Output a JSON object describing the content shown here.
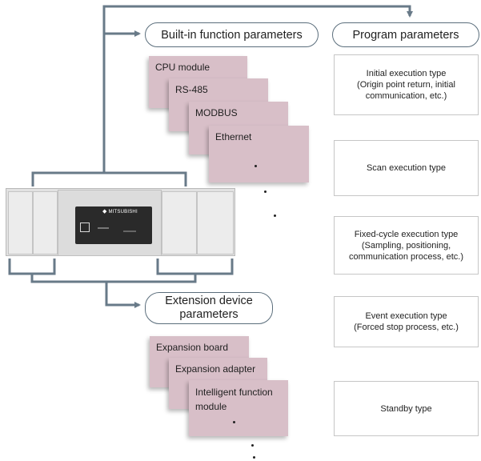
{
  "builtin_label": "Built-in function parameters",
  "program_label": "Program parameters",
  "extension_label": [
    "Extension device",
    "parameters"
  ],
  "builtin_items": [
    "CPU module",
    "RS-485",
    "MODBUS",
    "Ethernet"
  ],
  "extension_items": [
    "Expansion board",
    "Expansion adapter",
    "Intelligent function",
    "module"
  ],
  "program_types": [
    [
      "Initial execution type",
      "(Origin point return, initial",
      "communication, etc.)"
    ],
    [
      "Scan execution type"
    ],
    [
      "Fixed-cycle  execution type",
      "(Sampling, positioning,",
      "communication process, etc.)"
    ],
    [
      "Event execution type",
      "(Forced stop process, etc.)"
    ],
    [
      "Standby type"
    ]
  ],
  "plc": {
    "logo_text": "MITSUBISHI",
    "body_color": "#e4e4e4",
    "display_color": "#2a2a2a"
  },
  "colors": {
    "connector": "#687a88",
    "card": "#d8bfc8",
    "pill_border": "#5b6e7c"
  }
}
